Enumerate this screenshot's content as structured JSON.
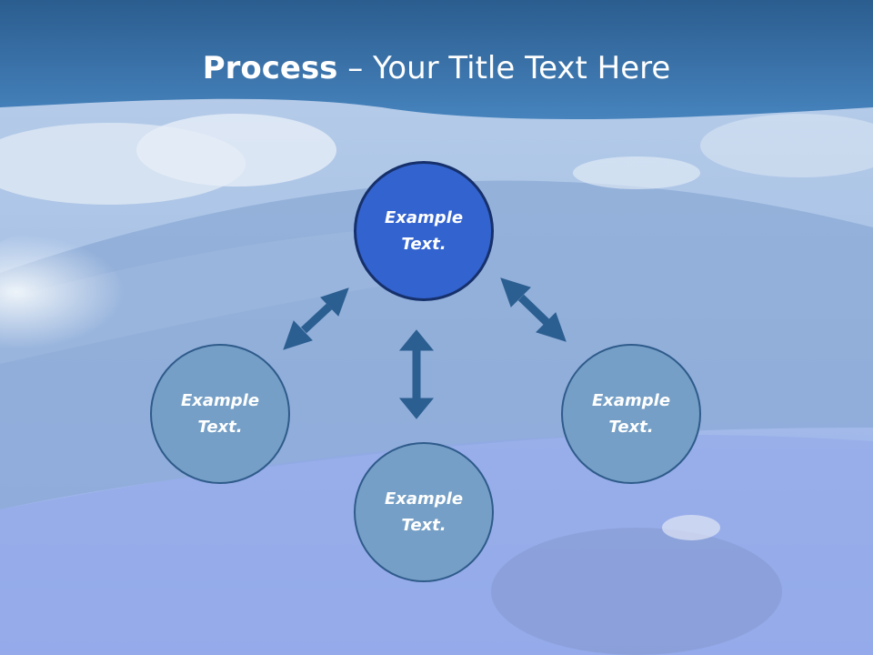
{
  "slide": {
    "title_bold": "Process",
    "title_rest": " – Your Title Text Here"
  },
  "nodes": {
    "top": {
      "line1": "Example",
      "line2": "Text."
    },
    "left": {
      "line1": "Example",
      "line2": "Text."
    },
    "right": {
      "line1": "Example",
      "line2": "Text."
    },
    "bottom": {
      "line1": "Example",
      "line2": "Text."
    }
  },
  "colors": {
    "header": "#2f6aa0",
    "node_primary": "#3363cf",
    "node_secondary": "#759fc6",
    "arrow": "#2c5f91"
  }
}
